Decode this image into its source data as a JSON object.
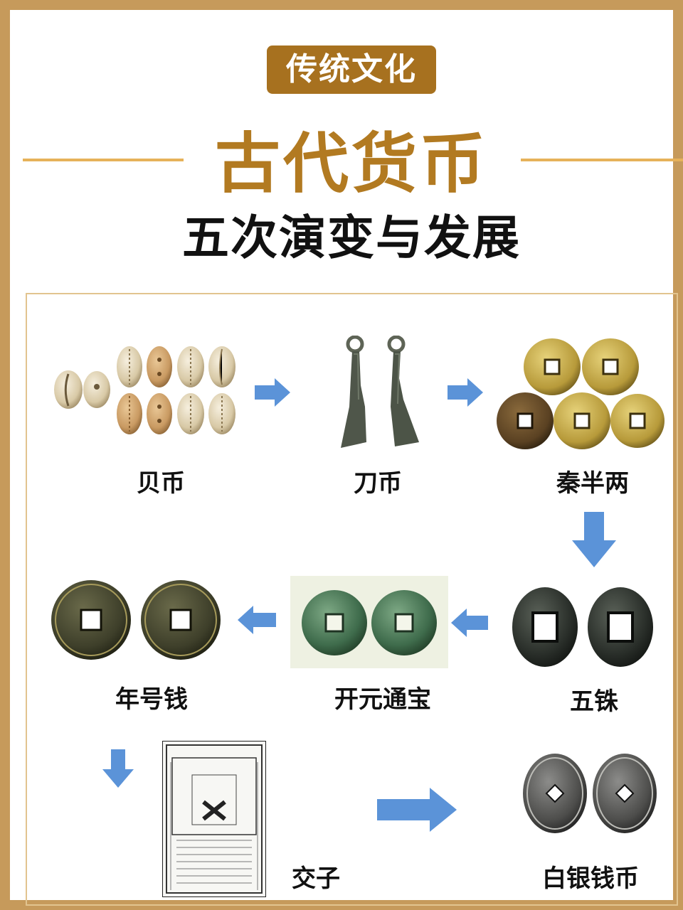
{
  "header": {
    "tag": "传统文化",
    "title": "古代货币",
    "subtitle": "五次演变与发展"
  },
  "stages": [
    {
      "label": "贝币"
    },
    {
      "label": "刀币"
    },
    {
      "label": "秦半两"
    },
    {
      "label": "五铢"
    },
    {
      "label": "开元通宝"
    },
    {
      "label": "年号钱"
    },
    {
      "label": "交子"
    },
    {
      "label": "白银钱币"
    }
  ],
  "colors": {
    "accent": "#b27a21",
    "tag_bg": "#a7711f",
    "frame": "#c69a5b",
    "arrow": "#5b93d8"
  },
  "icons": [
    "cowrie-shells-image",
    "knife-coins-image",
    "ban-liang-coins-image",
    "wu-zhu-coins-image",
    "kai-yuan-coins-image",
    "reign-title-coins-image",
    "jiaozi-banknote-image",
    "silver-coins-image",
    "arrow-right-icon",
    "arrow-left-icon",
    "arrow-down-icon"
  ]
}
